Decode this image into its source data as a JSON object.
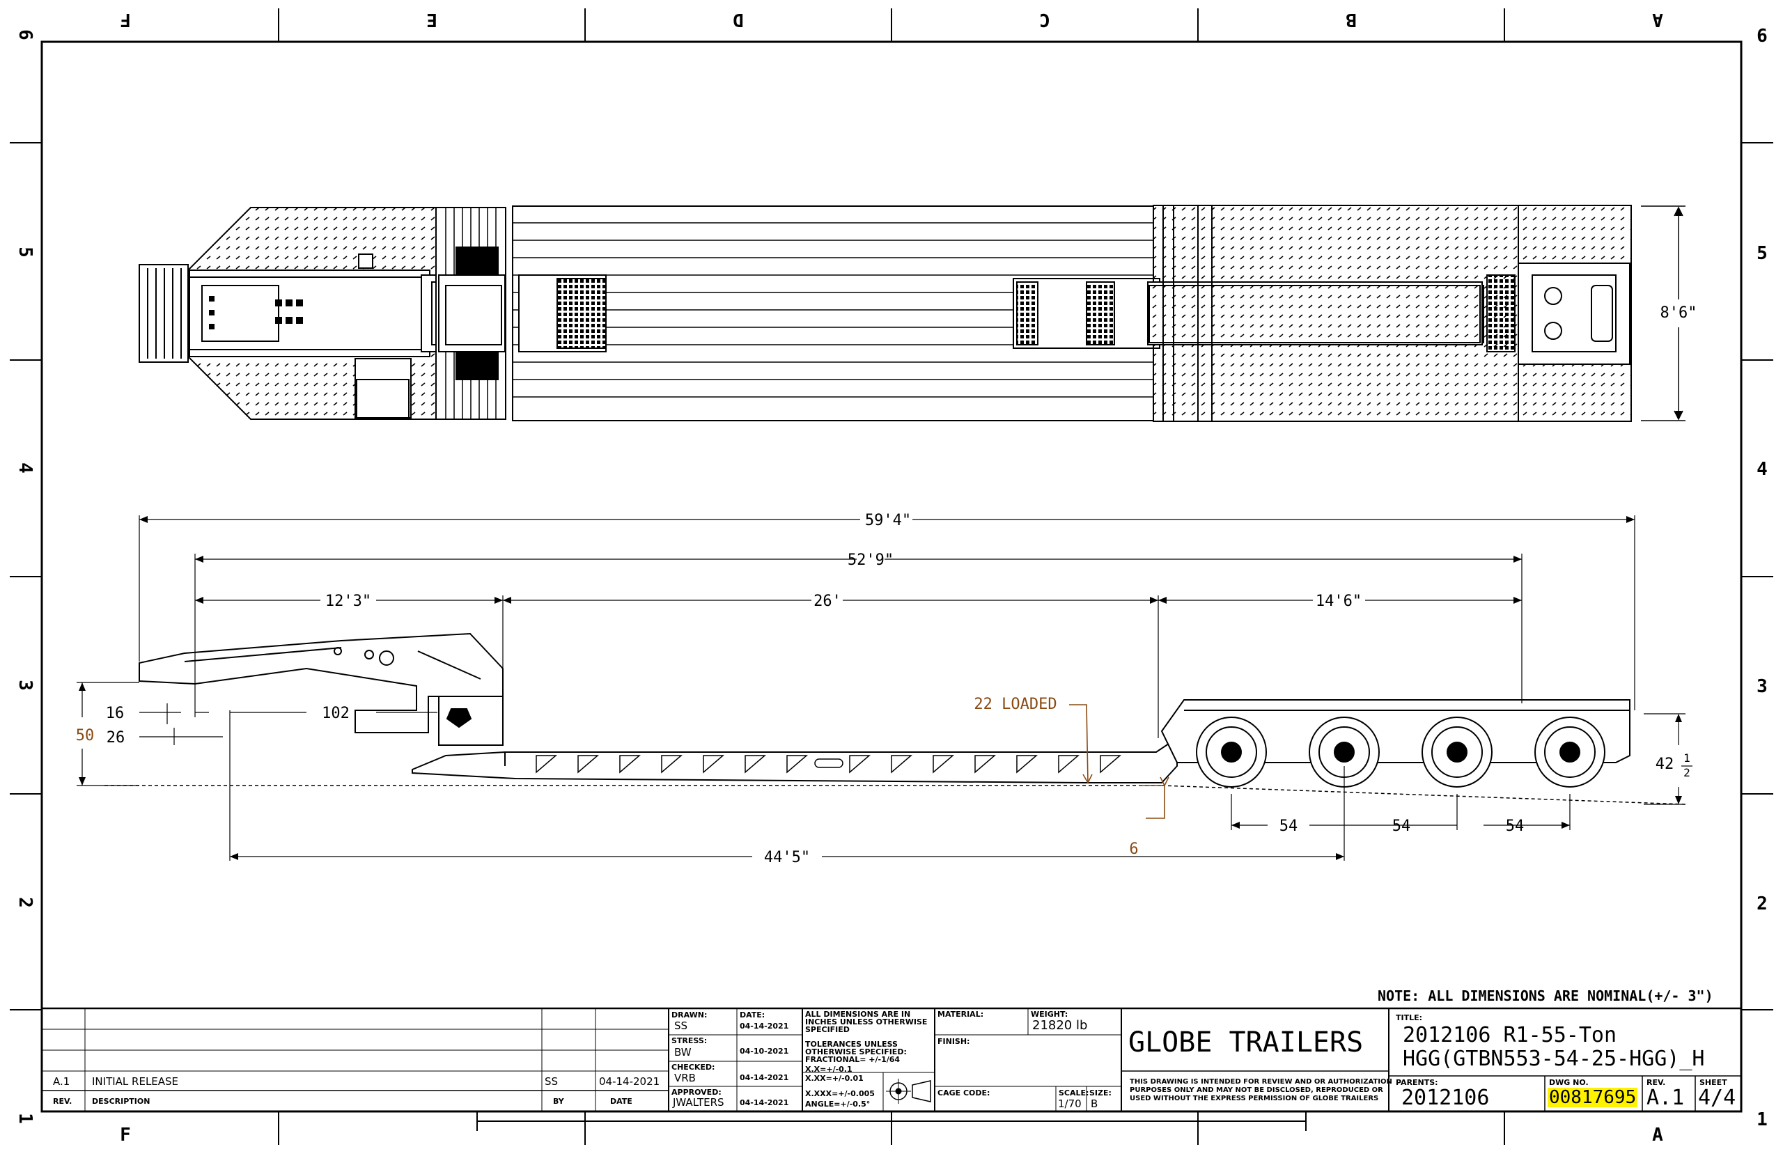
{
  "zones": {
    "columns": [
      "F",
      "E",
      "D",
      "C",
      "B",
      "A"
    ],
    "rows": [
      "6",
      "5",
      "4",
      "3",
      "2",
      "1"
    ]
  },
  "dimensions": {
    "overall_length": "59'4\"",
    "main_length": "52'9\"",
    "gooseneck": "12'3\"",
    "deck": "26'",
    "rear": "14'6\"",
    "width": "8'6\"",
    "d16": "16",
    "d102": "102",
    "d50": "50",
    "d26": "26",
    "loaded": "22 LOADED",
    "d6": "6",
    "axle1": "54",
    "axle2": "54",
    "axle3": "54",
    "height_whole": "42",
    "height_num": "1",
    "height_den": "2",
    "kingpin_to_axle": "44'5\""
  },
  "note": "NOTE: ALL DIMENSIONS ARE NOMINAL(+/- 3\")",
  "revision_block": {
    "rev": "A.1",
    "description": "INITIAL RELEASE",
    "by": "SS",
    "date": "04-14-2021",
    "header_rev": "REV.",
    "header_description": "DESCRIPTION",
    "header_by": "BY",
    "header_date": "DATE"
  },
  "approvals": {
    "drawn_label": "DRAWN:",
    "drawn": "SS",
    "drawn_date": "04-14-2021",
    "date_label": "DATE:",
    "stress_label": "STRESS:",
    "stress": "BW",
    "stress_date": "04-10-2021",
    "checked_label": "CHECKED:",
    "checked": "VRB",
    "checked_date": "04-14-2021",
    "approved_label": "APPROVED:",
    "approved": "JWALTERS",
    "approved_date": "04-14-2021"
  },
  "tolerances": {
    "line1": "ALL DIMENSIONS ARE IN",
    "line2": "INCHES UNLESS OTHERWISE",
    "line3": "SPECIFIED",
    "line4": "TOLERANCES UNLESS",
    "line5": "OTHERWISE SPECIFIED:",
    "line6": "FRACTIONAL= +/-1/64",
    "line7": "X.X=+/-0.1",
    "line8": "X.XX=+/-0.01",
    "line9": "X.XXX=+/-0.005",
    "line10": "ANGLE=+/-0.5°"
  },
  "material_label": "MATERIAL:",
  "finish_label": "FINISH:",
  "weight_label": "WEIGHT:",
  "weight": "21820 lb",
  "cage_code_label": "CAGE CODE:",
  "scale_label": "SCALE:",
  "scale": "1/70",
  "size_label": "SIZE:",
  "size": "B",
  "company": "GLOBE TRAILERS",
  "disclaimer": {
    "line1": "THIS DRAWING IS INTENDED FOR REVIEW AND OR AUTHORIZATION",
    "line2": "PURPOSES ONLY AND MAY NOT BE DISCLOSED, REPRODUCED OR",
    "line3": "USED WITHOUT THE EXPRESS PERMISSION OF GLOBE TRAILERS"
  },
  "title_label": "TITLE:",
  "title_line1": "2012106 R1-55-Ton",
  "title_line2": "HGG(GTBN553-54-25-HGG)_H",
  "parents_label": "PARENTS:",
  "parents": "2012106",
  "dwg_no_label": "DWG NO.",
  "dwg_no": "00817695",
  "rev_label": "REV.",
  "rev": "A.1",
  "sheet_label": "SHEET",
  "sheet": "4/4",
  "colors": {
    "line": "#000000",
    "annotation": "#8a4a12",
    "highlight": "#fff200"
  }
}
